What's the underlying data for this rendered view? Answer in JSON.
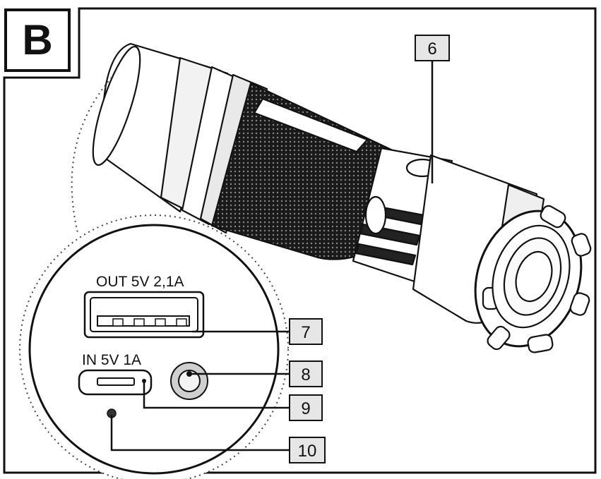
{
  "panel": {
    "letter": "B"
  },
  "port_labels": {
    "usb_out": "OUT 5V 2,1A",
    "micro_in": "IN 5V 1A"
  },
  "callouts": [
    {
      "id": "6"
    },
    {
      "id": "7"
    },
    {
      "id": "8"
    },
    {
      "id": "9"
    },
    {
      "id": "10"
    }
  ],
  "colors": {
    "line": "#111111",
    "callout_fill": "#e6e6e6",
    "knurl": "#1a1a1a"
  }
}
